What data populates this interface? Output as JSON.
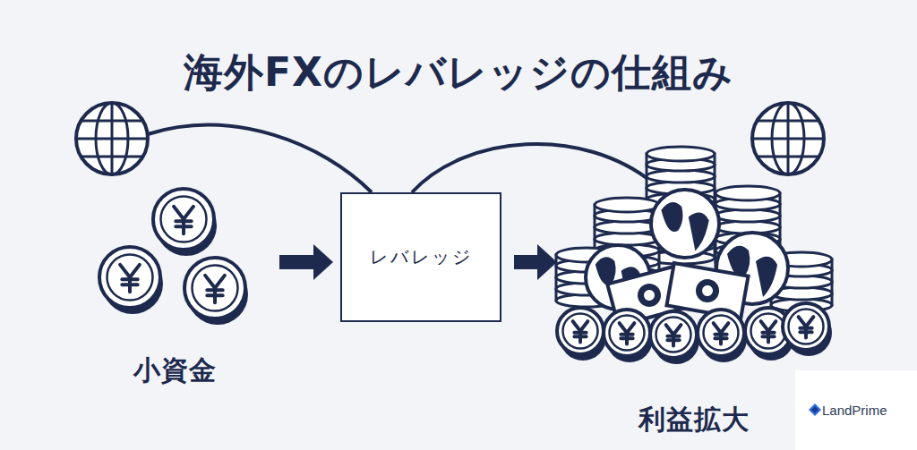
{
  "diagram": {
    "title": "海外FXのレバレッジの仕組み",
    "nodes": [
      {
        "text": [
          "小資金"
        ]
      },
      {
        "text": [
          "レバレッジ"
        ]
      },
      {
        "text": [
          "利益拡大"
        ]
      }
    ],
    "edges": [
      {
        "from": 0,
        "to": 1,
        "arrow": "to"
      },
      {
        "from": 1,
        "to": 2,
        "arrow": "to"
      }
    ],
    "labels": [
      "LandPrime"
    ]
  }
}
